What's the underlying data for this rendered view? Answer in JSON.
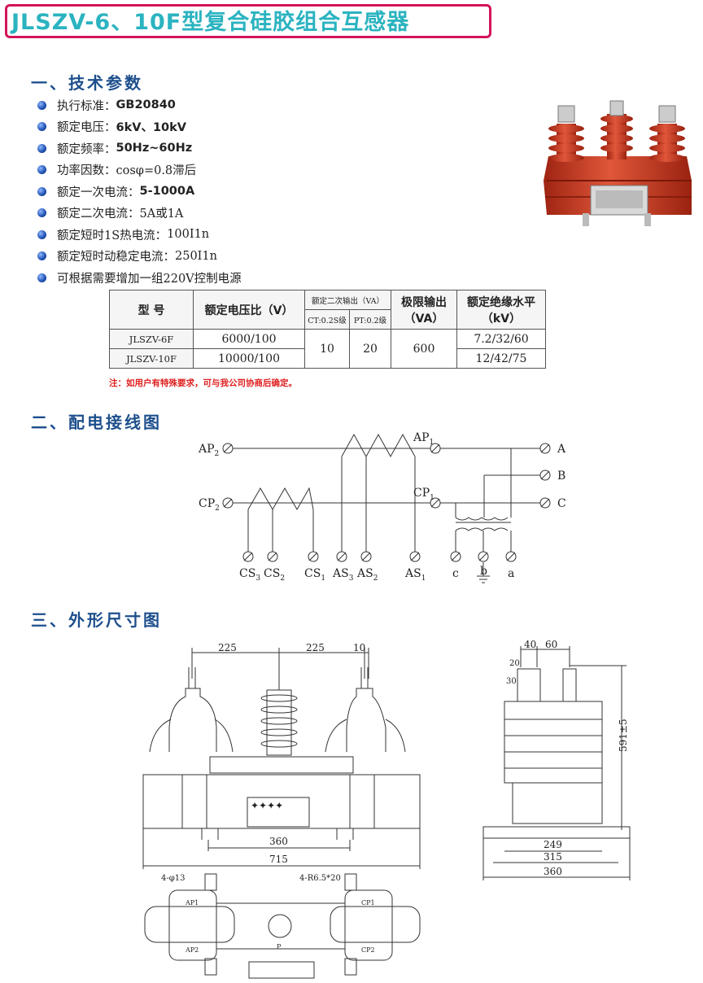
{
  "header": {
    "title": "JLSZV-6、10F型复合硅胶组合互感器"
  },
  "sections": {
    "tech_params": "一、技术参数",
    "wiring": "二、配电接线图",
    "dimensions": "三、外形尺寸图"
  },
  "params": [
    {
      "label": "执行标准：",
      "value": "GB20840"
    },
    {
      "label": "额定电压：",
      "value": "6kV、10kV"
    },
    {
      "label": "额定频率：",
      "value": "50Hz~60Hz"
    },
    {
      "label": "功率因数：",
      "value": "cosφ=0.8滞后"
    },
    {
      "label": "额定一次电流：",
      "value": "5-1000A"
    },
    {
      "label": "额定二次电流：",
      "value": "5A或1A"
    },
    {
      "label": "额定短时1S热电流：",
      "value": "100I1n"
    },
    {
      "label": "额定短时动稳定电流：",
      "value": "250I1n"
    },
    {
      "label": "可根据需要增加一组220V控制电源",
      "value": ""
    }
  ],
  "table": {
    "headers": {
      "model": "型  号",
      "ratio": "额定电压比（V）",
      "secondary": "额定二次输出（VA）",
      "ct": "CT:0.2S级",
      "pt": "PT:0.2级",
      "limit": "极限输出（VA）",
      "insulation": "额定绝缘水平（kV）"
    },
    "rows": [
      {
        "model": "JLSZV-6F",
        "ratio": "6000/100",
        "insulation": "7.2/32/60"
      },
      {
        "model": "JLSZV-10F",
        "ratio": "10000/100",
        "insulation": "12/42/75"
      }
    ],
    "shared": {
      "ct": "10",
      "pt": "20",
      "limit": "600"
    }
  },
  "note": "注：如用户有特殊要求，可与我公司协商后确定。",
  "wiring": {
    "AP2": "AP",
    "AP2_sub": "2",
    "AP1": "AP",
    "AP1_sub": "1",
    "CP2": "CP",
    "CP2_sub": "2",
    "CP1": "CP",
    "CP1_sub": "1",
    "A": "A",
    "B": "B",
    "C": "C",
    "terminals": [
      {
        "main": "CS",
        "sub": "3"
      },
      {
        "main": "CS",
        "sub": "2"
      },
      {
        "main": "CS",
        "sub": "1"
      },
      {
        "main": "AS",
        "sub": "3"
      },
      {
        "main": "AS",
        "sub": "2"
      },
      {
        "main": "AS",
        "sub": "1"
      },
      {
        "main": "c",
        "sub": ""
      },
      {
        "main": "b",
        "sub": ""
      },
      {
        "main": "a",
        "sub": ""
      }
    ]
  },
  "dims": {
    "d225a": "225",
    "d225b": "225",
    "d10": "10",
    "d360": "360",
    "d715": "715",
    "d40": "40",
    "d60": "60",
    "d20": "20",
    "d30": "30",
    "d591": "591±5",
    "d249": "249",
    "d315": "315",
    "d360b": "360",
    "hole1": "4-φ13",
    "hole2": "4-R6.5*20",
    "plate_ap1": "AP1",
    "plate_ap2": "AP2",
    "plate_cp1": "CP1",
    "plate_cp2": "CP2",
    "plate_p": "P"
  },
  "colors": {
    "title_border": "#d4145a",
    "title_text": "#2bb3c0",
    "section": "#1d4f8c",
    "note": "#e02020",
    "product": "#c8321e"
  }
}
